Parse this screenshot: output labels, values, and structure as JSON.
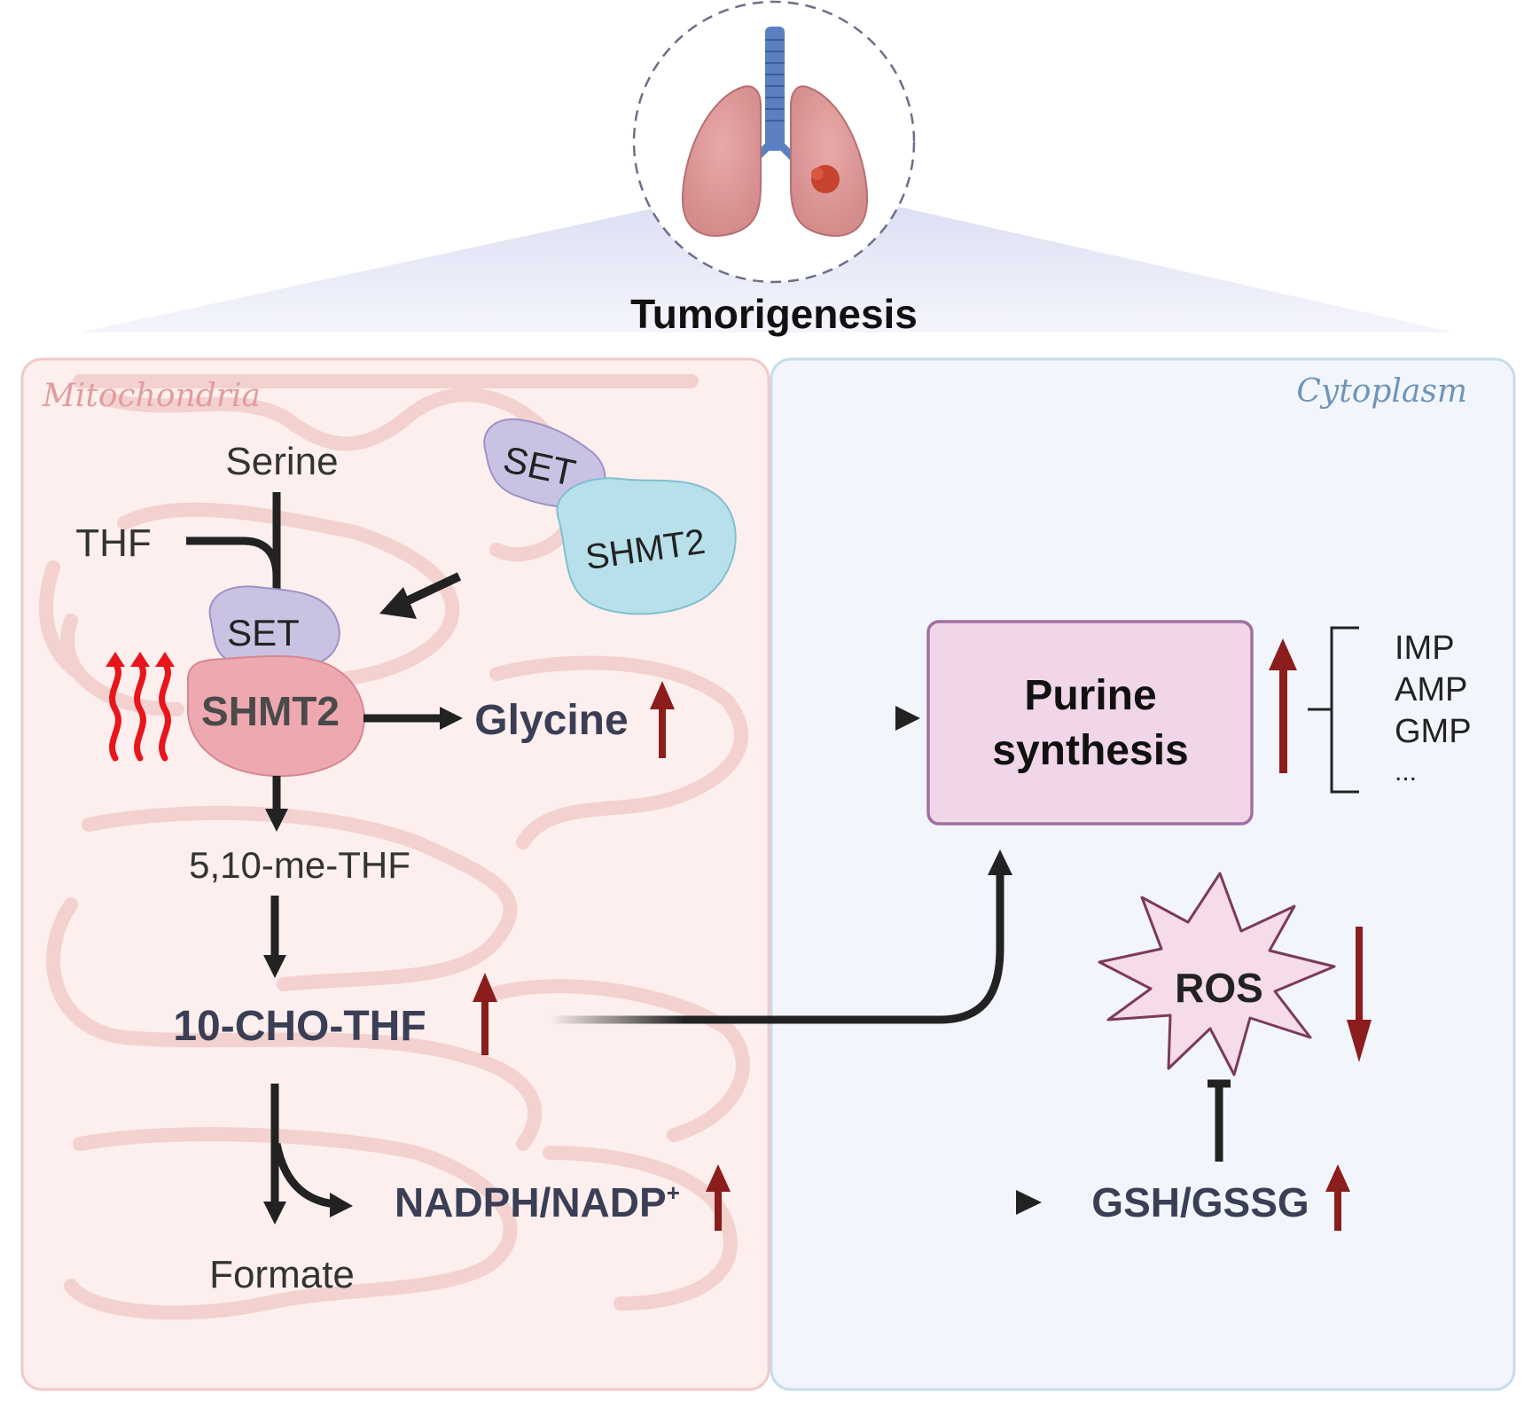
{
  "header": {
    "title": "Tumorigenesis"
  },
  "compartments": {
    "mitochondria": "Mitochondria",
    "cytoplasm": "Cytoplasm"
  },
  "metabolites": {
    "serine": "Serine",
    "thf": "THF",
    "methylene_thf": "5,10-me-THF",
    "formyl_thf": "10-CHO-THF",
    "formate": "Formate",
    "glycine": "Glycine",
    "nadph": "NADPH/NADP",
    "nadph_sup": "+",
    "gsh": "GSH/GSSG",
    "ros": "ROS"
  },
  "proteins": {
    "set_free": "SET",
    "shmt2_free": "SHMT2",
    "set_bound": "SET",
    "shmt2_bound": "SHMT2"
  },
  "purine": {
    "line1": "Purine",
    "line2": "synthesis",
    "products": [
      "IMP",
      "AMP",
      "GMP",
      "..."
    ]
  },
  "colors": {
    "mito_fill": "#fcefee",
    "mito_border": "#f2c9c6",
    "cyto_fill": "#f2f6fc",
    "cyto_border": "#c7dcec",
    "up_arrow": "#8b1d1d",
    "heat": "#e8151b",
    "shmt2_bound": "#eea8b0",
    "shmt2_free": "#b7e0ea",
    "set": "#c9c2e3",
    "purine_box": "#f0d6e8",
    "ros_star": "#f6dbe8",
    "arrow": "#222222"
  }
}
